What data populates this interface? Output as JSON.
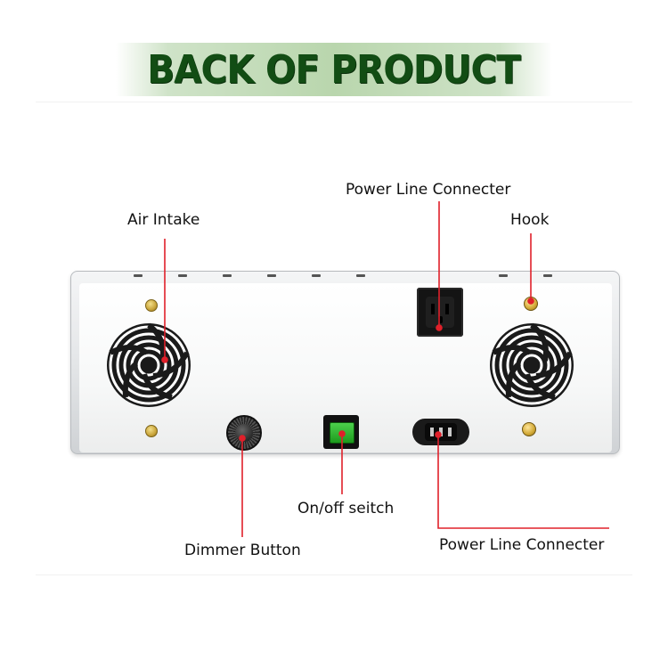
{
  "title": "BACK OF PRODUCT",
  "colors": {
    "title_green": "#124d14",
    "leader_red": "#e0202a",
    "switch_green": "#2db52d",
    "brass": "#c9a43a"
  },
  "callouts": {
    "air_intake": "Air Intake",
    "power_line_top": "Power Line Connecter",
    "hook": "Hook",
    "on_off": "On/off seitch",
    "dimmer": "Dimmer Button",
    "power_line_bottom": "Power Line Connecter"
  },
  "icons": {
    "fan_left": "fan-grille-icon",
    "fan_right": "fan-grille-icon",
    "outlet": "universal-socket-icon",
    "switch": "rocker-switch-icon",
    "iec": "iec-inlet-icon",
    "knob": "dimmer-knob-icon"
  }
}
